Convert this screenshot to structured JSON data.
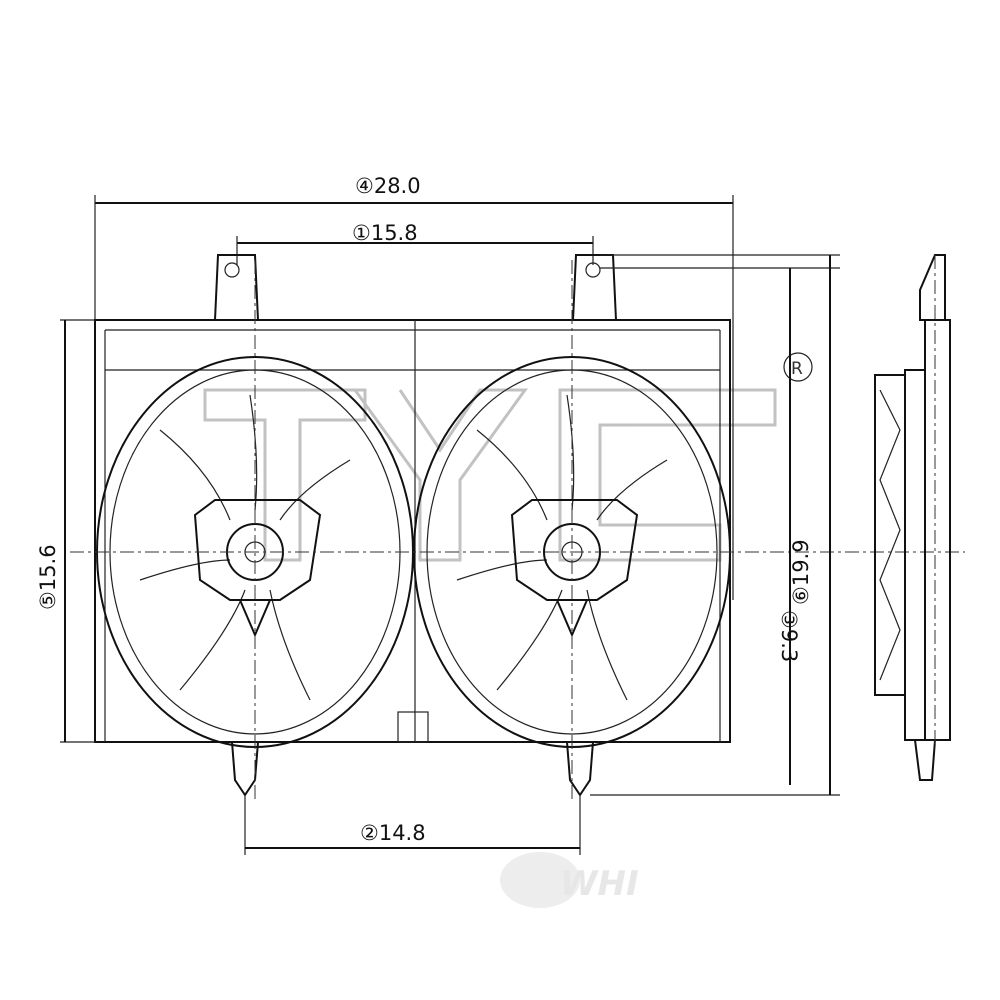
{
  "dimensions": {
    "overall_width": {
      "marker": "④",
      "value": "28.0"
    },
    "mount_spacing_top": {
      "marker": "①",
      "value": "15.8"
    },
    "mount_spacing_bottom": {
      "marker": "②",
      "value": "14.8"
    },
    "shroud_height": {
      "marker": "⑤",
      "value": "15.6"
    },
    "center_height": {
      "marker": "③",
      "value": "9.3"
    },
    "overall_height": {
      "marker": "⑥",
      "value": "19.9"
    }
  },
  "watermark": {
    "brand_logo": "TYC",
    "registered_mark": "R",
    "footer_logo": "WHI"
  },
  "colors": {
    "line": "#111111",
    "watermark": "#cccccc"
  }
}
